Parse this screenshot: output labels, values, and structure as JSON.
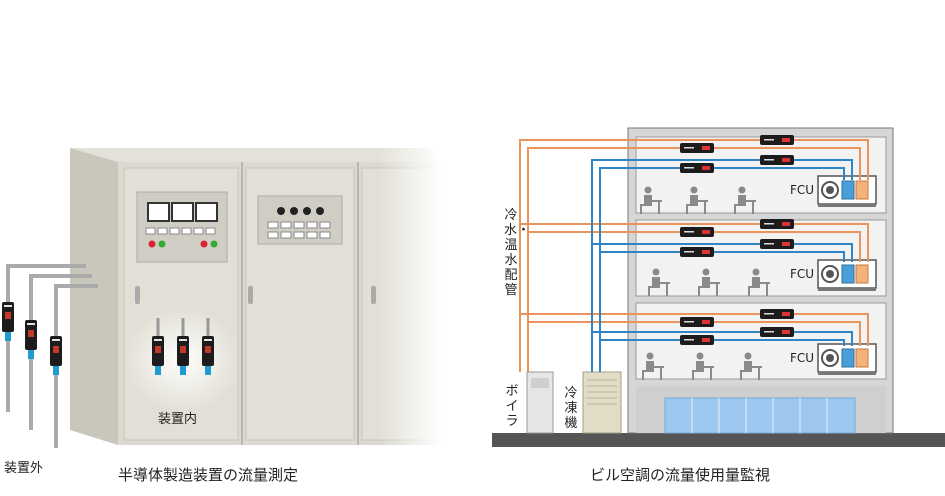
{
  "left_panel": {
    "caption": "半導体製造装置の流量測定",
    "label_outside": "装置外",
    "label_inside": "装置内"
  },
  "right_panel": {
    "caption": "ビル空調の流量使用量監視",
    "pipe_label": "冷水・温水配管",
    "boiler_label": "ボイラ",
    "chiller_label": "冷凍機",
    "fcu_labels": [
      "FCU",
      "FCU",
      "FCU"
    ]
  },
  "colors": {
    "hot_pipe": "#e8945a",
    "cold_pipe": "#2f86c6",
    "cabinet": "#d8d6cb",
    "sensor": "#1c1c1c",
    "sensor_tip": "#1e9bd0"
  }
}
